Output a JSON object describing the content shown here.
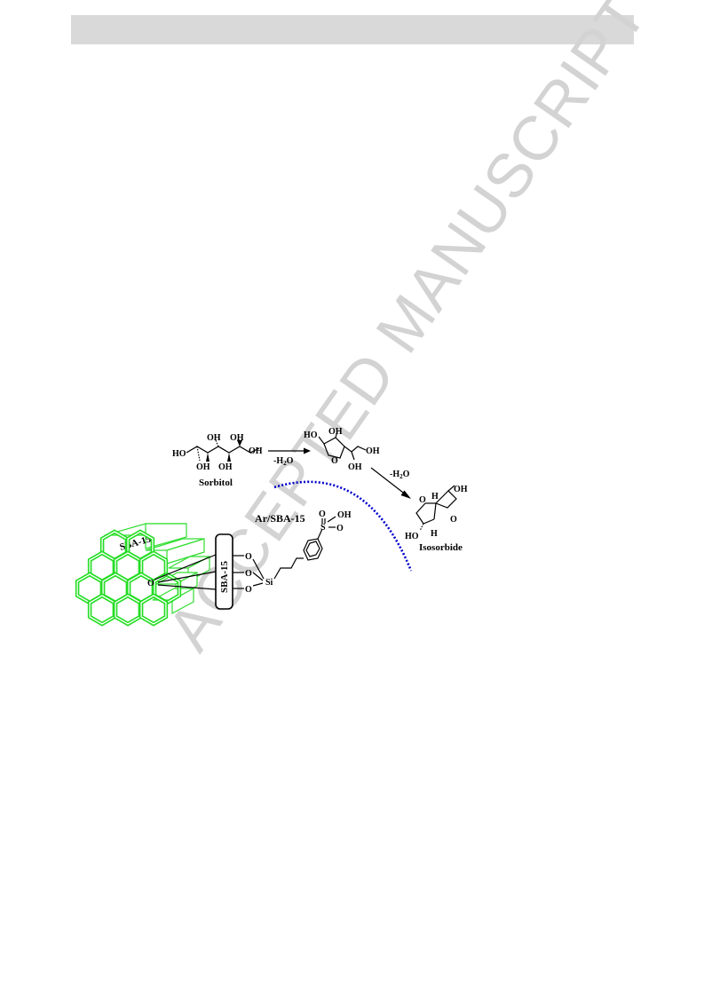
{
  "header": {
    "bar_color": "#d9d9d9"
  },
  "watermark": {
    "text": "ACCEPTED MANUSCRIPT",
    "color": "#d3d3d3"
  },
  "scheme": {
    "sorbitol": {
      "name": "Sorbitol",
      "atoms": [
        "OH",
        "OH",
        "OH",
        "HO",
        "OH",
        "OH"
      ]
    },
    "step1": {
      "reagent": "-H",
      "sub": "2",
      "tail": "O"
    },
    "intermediate": {
      "atoms": [
        "HO",
        "OH",
        "O",
        "OH",
        "OH"
      ]
    },
    "step2": {
      "reagent": "-H",
      "sub": "2",
      "tail": "O"
    },
    "isosorbide": {
      "name": "Isosorbide",
      "atoms": [
        "OH",
        "H",
        "O",
        "O",
        "H",
        "HO"
      ]
    },
    "catalyst": {
      "name": "Ar/SBA-15",
      "support_label": "SBA-15",
      "block_label": "SBA-15",
      "atoms": [
        "OH",
        "S",
        "O",
        "O",
        "O",
        "O",
        "O",
        "Si",
        "O"
      ],
      "dotted_arc_color": "#0000cc",
      "hexagon_color": "#22dd22"
    }
  }
}
